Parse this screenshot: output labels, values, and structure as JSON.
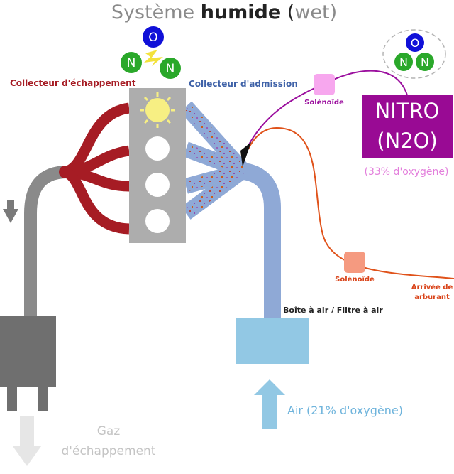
{
  "title": {
    "prefix": "Système ",
    "bold": "humide",
    "open": " (",
    "suffix": "wet)"
  },
  "molecule_top": {
    "o": "O",
    "n1": "N",
    "n2": "N"
  },
  "molecule_corner": {
    "o": "O",
    "n1": "N",
    "n2": "N"
  },
  "labels": {
    "exhaust_manifold": "Collecteur d'échappement",
    "intake_manifold": "Collecteur d'admission",
    "solenoid_top": "Solénoïde",
    "solenoid_bottom": "Solénoïde",
    "fuel_line1": "Arrivée de",
    "fuel_line2": "arburant",
    "airbox": "Boîte à air / Filtre à air",
    "air": "Air (21% d'oxygène)",
    "exhaust_gas1": "Gaz",
    "exhaust_gas2": "d'échappement"
  },
  "nitro": {
    "line1": "NITRO",
    "line2": "(N2O)",
    "oxygen": "(33% d'oxygène)"
  },
  "colors": {
    "exhaust_red": "#a61c24",
    "exhaust_grey": "#8a8a8a",
    "intake_blue": "#8fa9d6",
    "airbox_blue": "#92c8e4",
    "nitro_purple": "#9b0f9e",
    "fuel_orange": "#e0521a",
    "oxygen_blue": "#1010d8",
    "nitrogen_green": "#2aa82a"
  }
}
